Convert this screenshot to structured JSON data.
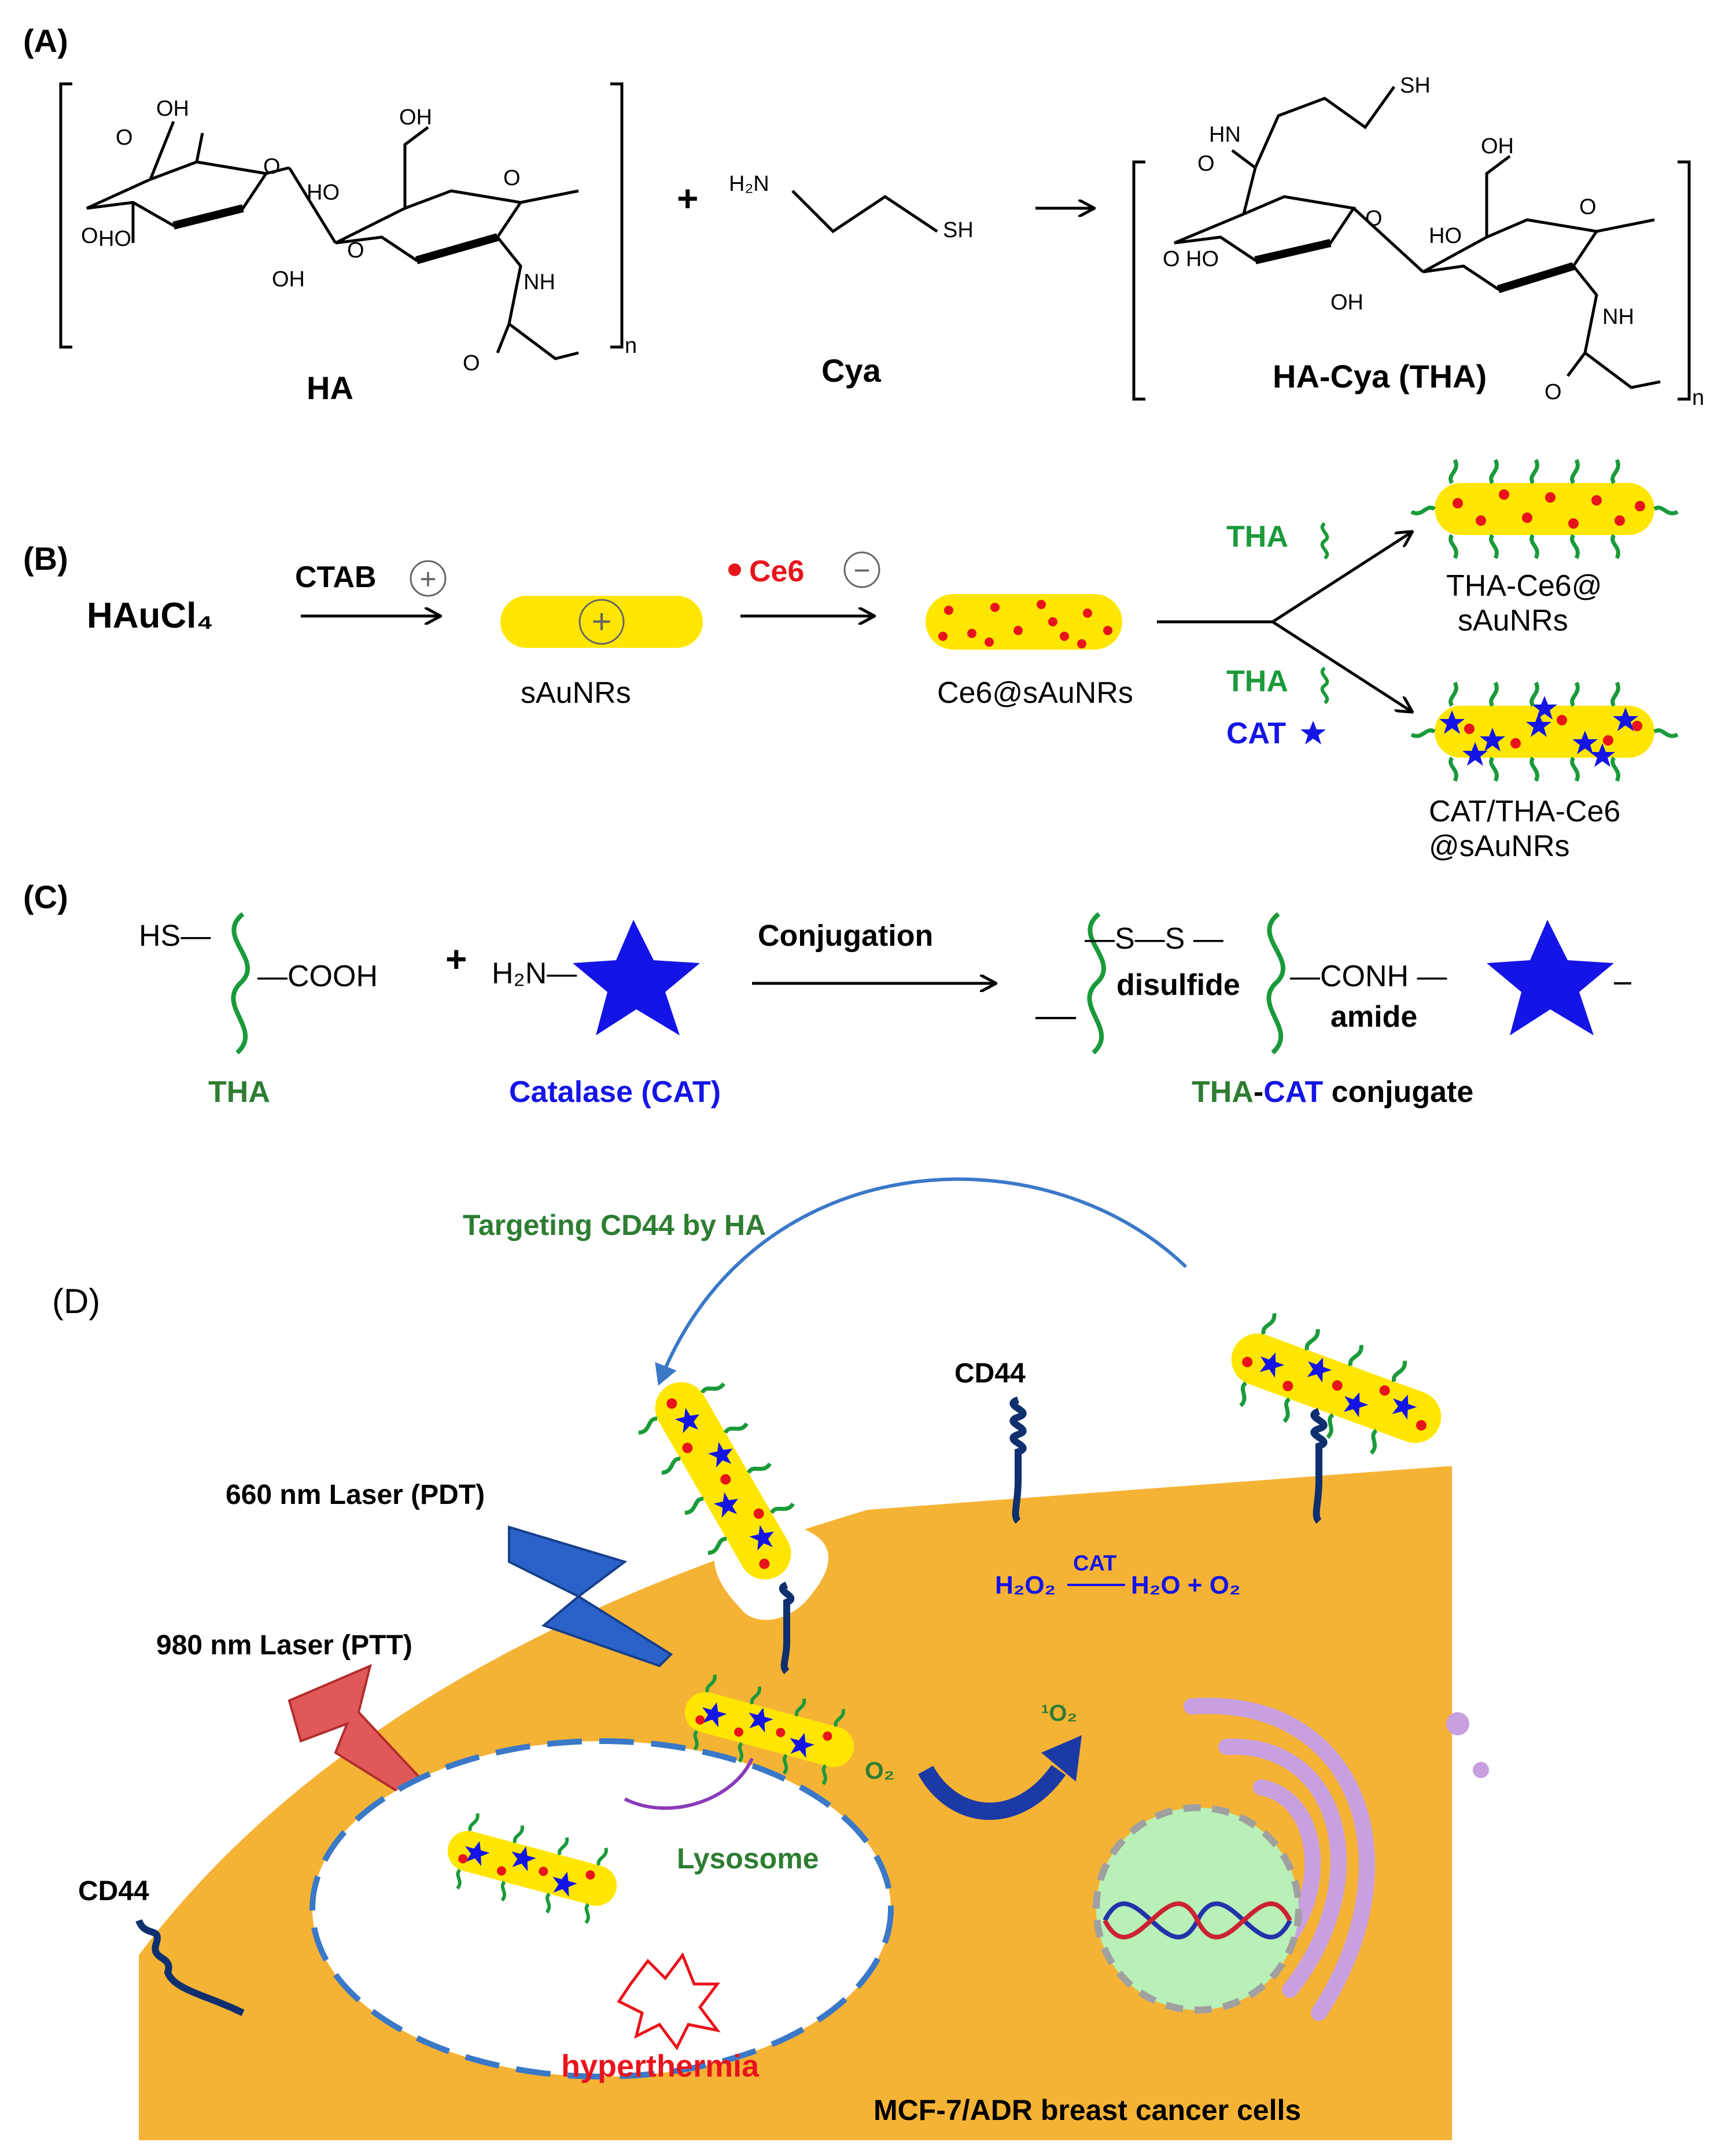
{
  "panelA": {
    "label": "(A)",
    "ha_name": "HA",
    "plus": "+",
    "cya_name": "Cya",
    "tha_name": "HA-Cya (THA)",
    "sub_n": "n",
    "atoms": {
      "oh": "OH",
      "ho": "HO",
      "o": "O",
      "nh": "NH",
      "hn": "HN",
      "sh": "SH",
      "h2n": "H₂N",
      "ch2oh": "OH"
    }
  },
  "panelB": {
    "label": "(B)",
    "start": "HAuCl₄",
    "ctab": "CTAB",
    "ce6": "Ce6",
    "srod": "sAuNRs",
    "ce6_rod": "Ce6@sAuNRs",
    "tha": "THA",
    "cat": "CAT",
    "prod1_l1": "THA-Ce6@",
    "prod1_l2": "sAuNRs",
    "prod2_l1": "CAT/THA-Ce6",
    "prod2_l2": "@sAuNRs",
    "plus_sign": "+",
    "minus_sign": "−",
    "colors": {
      "rod": "#ffe600",
      "dot": "#e8141c",
      "tha": "#1a9a3a",
      "cat": "#1414e6"
    }
  },
  "panelC": {
    "label": "(C)",
    "hs": "HS—",
    "cooh": "—COOH",
    "plus": "+",
    "h2n": "H₂N—",
    "conj": "Conjugation",
    "ss": "—S—S —",
    "conh": "—CONH —",
    "disulfide": "disulfide",
    "amide": "amide",
    "tha": "THA",
    "cat": "Catalase (CAT)",
    "conj_tha": "THA",
    "conj_dash": "-",
    "conj_cat": "CAT",
    "conj_rest": " conjugate"
  },
  "panelD": {
    "label": "(D)",
    "targeting": "Targeting CD44 by HA",
    "cd44_top": "CD44",
    "cd44_left": "CD44",
    "pdt": "660 nm Laser (PDT)",
    "ptt": "980 nm Laser (PTT)",
    "h2o2": "H₂O₂",
    "cat_arrow": "CAT",
    "products": "H₂O + O₂",
    "o2": "O₂",
    "singlet": "¹O₂",
    "lysosome": "Lysosome",
    "hyper": "hyperthermia",
    "cell": "MCF-7/ADR breast cancer cells",
    "colors": {
      "cell": "#f5b335",
      "laser_pdt": "#2a62c9",
      "laser_ptt": "#e05858",
      "text_green": "#2e7d32"
    }
  }
}
